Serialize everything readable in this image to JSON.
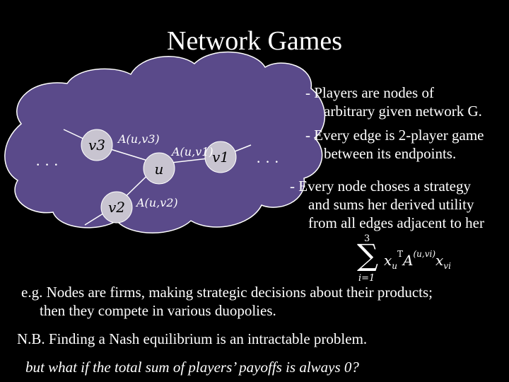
{
  "slide": {
    "title": "Network Games",
    "bullets": [
      {
        "line1": "- Players are nodes of",
        "line2": "arbitrary given network G."
      },
      {
        "line1": "- Every edge is 2-player game",
        "line2": "between its endpoints."
      },
      {
        "line1": "- Every node choses a strategy",
        "line2": "and sums her derived utility",
        "line3": "from all edges adjacent to her"
      }
    ],
    "formula": {
      "sum_top": "3",
      "sum_bottom": "i=1",
      "sigma": "∑",
      "x": "x",
      "x_sub": "u",
      "x_sup": "T",
      "A": "A",
      "A_sup": "(u,vi)",
      "x2_sub": "vi"
    },
    "example": {
      "line1": "e.g. Nodes are firms, making strategic decisions about their products;",
      "line2": "then they compete in various duopolies."
    },
    "note": "N.B. Finding a Nash equilibrium is an intractable problem.",
    "question": "but what if the total sum of players’ payoffs is always 0?"
  },
  "network": {
    "nodes": {
      "u": "u",
      "v1": "v1",
      "v2": "v2",
      "v3": "v3"
    },
    "edges": {
      "uv1": "A(u,v1)",
      "uv2": "A(u,v2)",
      "uv3": "A(u,v3)"
    },
    "ellipsis": "· · ·"
  },
  "colors": {
    "background": "#000000",
    "cloud": "#5a4a8a",
    "node": "#c8c4d0",
    "text": "#ffffff"
  }
}
